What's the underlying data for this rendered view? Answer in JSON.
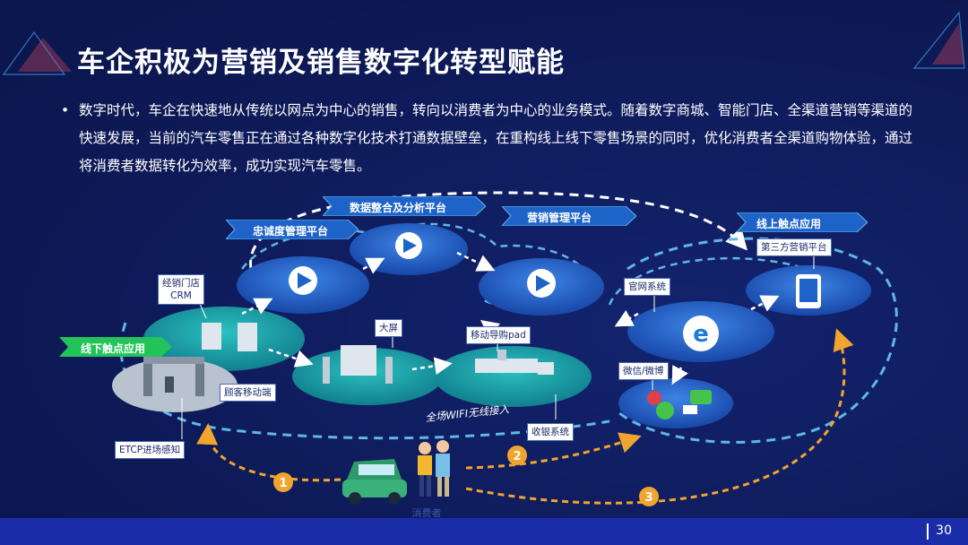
{
  "slide": {
    "title": "车企积极为营销及销售数字化转型赋能",
    "bullet": "数字时代，车企在快速地从传统以网点为中心的销售，转向以消费者为中心的业务模式。随着数字商城、智能门店、全渠道营销等渠道的快速发展，当前的汽车零售正在通过各种数字化技术打通数据壁垒，在重构线上线下零售场景的同时，优化消费者全渠道购物体验，通过将消费者数据转化为效率，成功实现汽车零售。",
    "page_number": "30"
  },
  "diagram": {
    "platforms": {
      "loyalty": "忠诚度管理平台",
      "data": "数据整合及分析平台",
      "marketing": "营销管理平台"
    },
    "zones": {
      "offline": "线下触点应用",
      "online": "线上触点应用"
    },
    "labels": {
      "dealer_crm": "经销门店\nCRM",
      "big_screen": "大屏",
      "mobile_pad": "移动导购pad",
      "customer_mobile": "顾客移动端",
      "etcp": "ETCP进场感知",
      "cashier": "收银系统",
      "wifi": "全场WIFI无线接入",
      "official_site": "官网系统",
      "third_party": "第三方营销平台",
      "wechat_weibo": "微信/微博",
      "consumer": "消费者"
    },
    "steps": [
      "1",
      "2",
      "3"
    ]
  },
  "colors": {
    "background": "#0f1c5c",
    "footer": "#1a2da8",
    "node_blue": "#1e63c8",
    "node_teal": "#1aa5a8",
    "dashed_line": "#5fb7e8",
    "orange_arrow": "#f2a52e",
    "banner_green": "#22c45a"
  }
}
